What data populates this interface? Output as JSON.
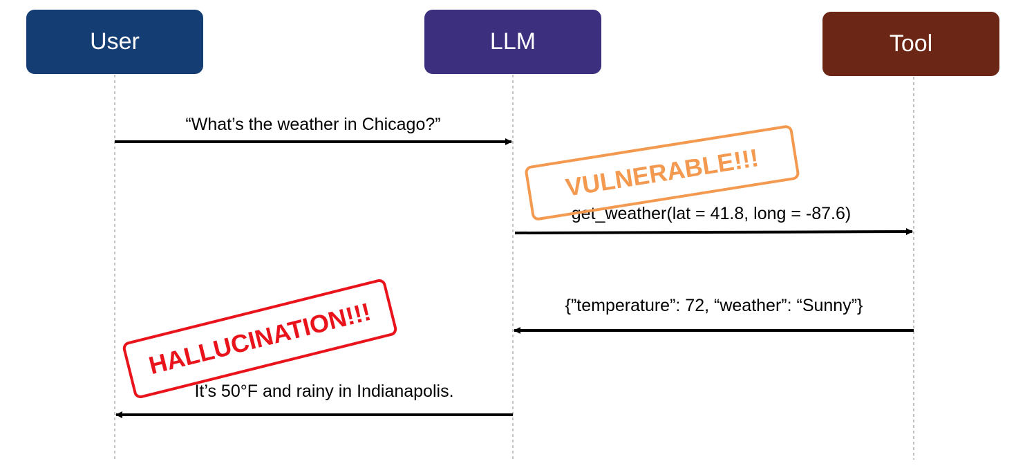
{
  "actors": [
    {
      "label": "User",
      "color": "#143e73"
    },
    {
      "label": "LLM",
      "color": "#3b2f7e"
    },
    {
      "label": "Tool",
      "color": "#6b2616"
    }
  ],
  "messages": [
    {
      "label": "“What’s the weather in Chicago?”",
      "from": "User",
      "to": "LLM"
    },
    {
      "label": "get_weather(lat = 41.8, long = -87.6)",
      "from": "LLM",
      "to": "Tool"
    },
    {
      "label": "{”temperature”: 72, “weather”: “Sunny”}",
      "from": "Tool",
      "to": "LLM"
    },
    {
      "label": "It’s 50°F and rainy in Indianapolis.",
      "from": "LLM",
      "to": "User"
    }
  ],
  "stamps": {
    "vulnerable": {
      "label": "VULNERABLE!!!",
      "color": "#f39a50"
    },
    "hallucination": {
      "label": "HALLUCINATION!!!",
      "color": "#e8131b"
    }
  }
}
